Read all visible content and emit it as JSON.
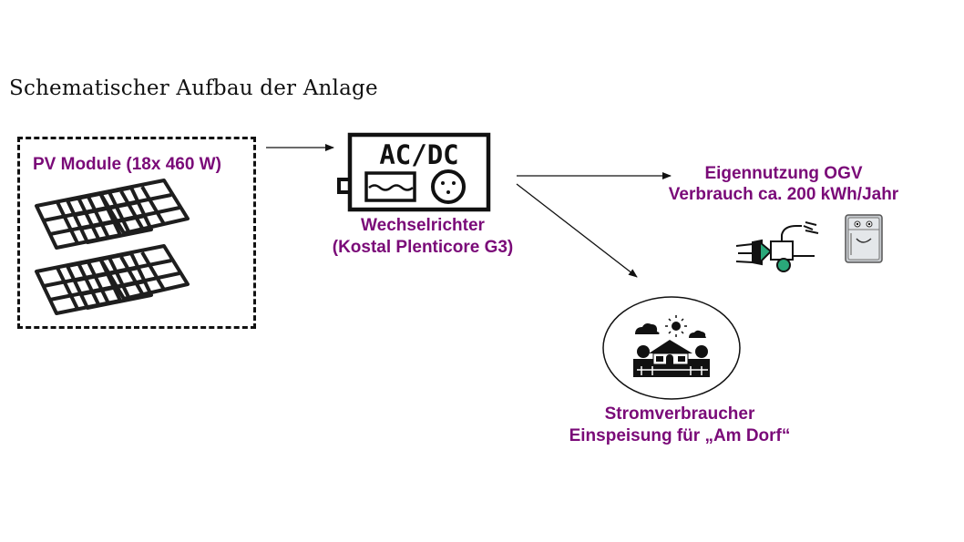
{
  "title": "Schematischer Aufbau der Anlage",
  "pv": {
    "label": "PV Module (18x 460 W)"
  },
  "inverter": {
    "symbol_text": "AC/DC",
    "name": "Wechselrichter",
    "model": "(Kostal Plenticore G3)"
  },
  "self_use": {
    "line1": "Eigennutzung OGV",
    "line2": "Verbrauch ca. 200 kWh/Jahr"
  },
  "grid_feed": {
    "line1": "Stromverbraucher",
    "line2": "Einspeisung für „Am Dorf“"
  },
  "colors": {
    "label": "#7a0a78",
    "stroke": "#111111",
    "pump_accent": "#2aa87a"
  },
  "icons": [
    "solar-panel-icon",
    "inverter-icon",
    "water-pump-icon",
    "fridge-icon",
    "village-icon"
  ]
}
